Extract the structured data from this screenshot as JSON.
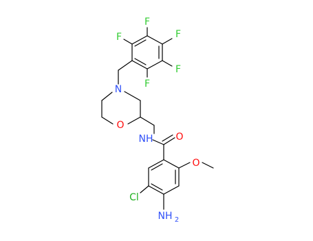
{
  "molecule": {
    "labels": {
      "f1": "F",
      "f2": "F",
      "f3": "F",
      "f4": "F",
      "f5": "F",
      "n_morpholine": "N",
      "o_morpholine": "O",
      "nh_amide": "NH",
      "o_carbonyl": "O",
      "o_methoxy": "O",
      "cl": "Cl",
      "nh2_main": "NH",
      "nh2_sub": "2"
    },
    "colors": {
      "bond": "#000000",
      "fluorine": "#33cc33",
      "nitrogen": "#3050f8",
      "oxygen": "#ff0d0d",
      "chlorine": "#1fb01f"
    }
  }
}
